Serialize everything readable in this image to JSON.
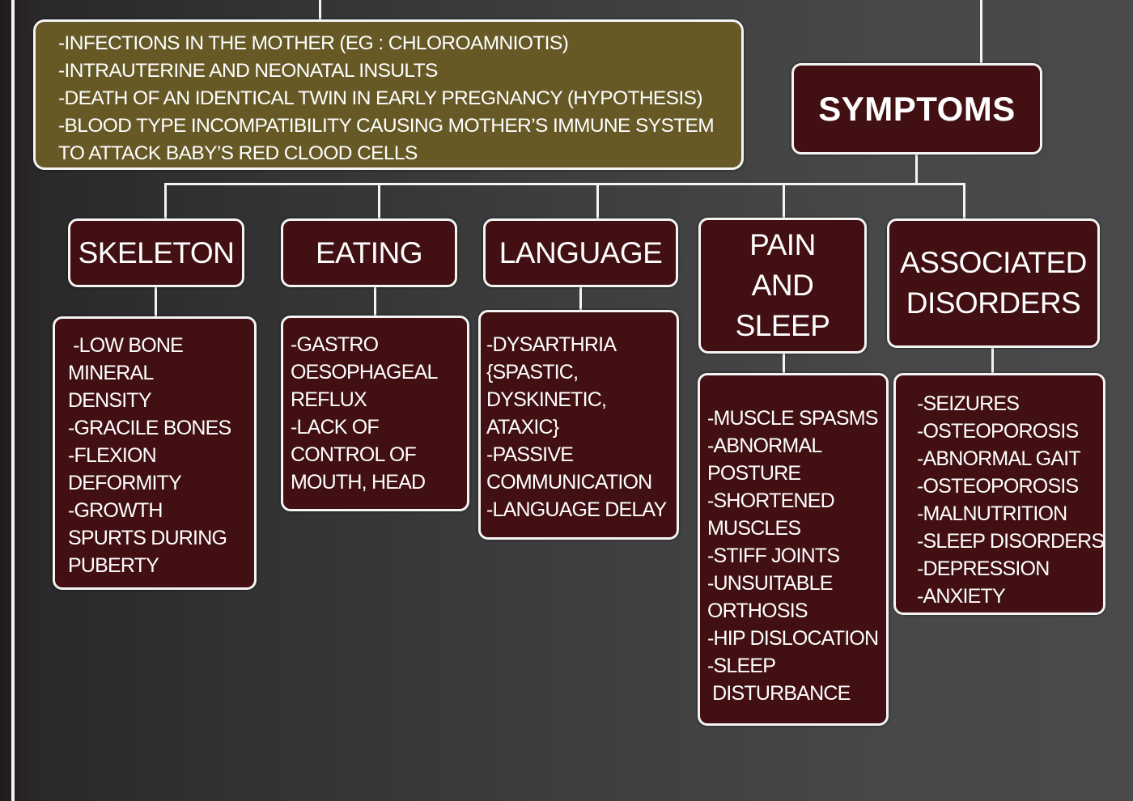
{
  "colors": {
    "causes_box": "#665926",
    "category_box": "#421012",
    "border": "#f4f4f4",
    "text": "#ffffff"
  },
  "causes": {
    "lines": [
      "-INFECTIONS IN THE MOTHER (EG : CHLOROAMNIOTIS)",
      "-INTRAUTERINE AND NEONATAL INSULTS",
      "-DEATH OF AN IDENTICAL TWIN IN EARLY PREGNANCY (HYPOTHESIS)",
      "-BLOOD TYPE INCOMPATIBILITY CAUSING MOTHER’S IMMUNE SYSTEM",
      "TO ATTACK BABY’S RED CLOOD CELLS"
    ]
  },
  "symptoms": {
    "title": "SYMPTOMS"
  },
  "categories": [
    {
      "title_lines": [
        "SKELETON"
      ],
      "items": [
        " -LOW BONE",
        "MINERAL",
        "DENSITY",
        "-GRACILE BONES",
        "-FLEXION",
        "DEFORMITY",
        "-GROWTH",
        "SPURTS DURING",
        "PUBERTY"
      ]
    },
    {
      "title_lines": [
        "EATING"
      ],
      "items": [
        "-GASTRO",
        "OESOPHAGEAL",
        "REFLUX",
        "-LACK OF",
        "CONTROL OF",
        "MOUTH, HEAD"
      ]
    },
    {
      "title_lines": [
        "LANGUAGE"
      ],
      "items": [
        "-DYSARTHRIA",
        "{SPASTIC,",
        "DYSKINETIC,",
        "ATAXIC}",
        "-PASSIVE",
        "COMMUNICATION",
        "-LANGUAGE DELAY"
      ]
    },
    {
      "title_lines": [
        "PAIN",
        "AND",
        "SLEEP"
      ],
      "items": [
        "-MUSCLE SPASMS",
        "-ABNORMAL",
        "POSTURE",
        "-SHORTENED",
        "MUSCLES",
        "-STIFF JOINTS",
        "-UNSUITABLE",
        "ORTHOSIS",
        "-HIP DISLOCATION",
        "-SLEEP",
        " DISTURBANCE"
      ]
    },
    {
      "title_lines": [
        "ASSOCIATED",
        "DISORDERS"
      ],
      "items": [
        "-SEIZURES",
        "-OSTEOPOROSIS",
        "-ABNORMAL GAIT",
        "-OSTEOPOROSIS",
        "-MALNUTRITION",
        "-SLEEP DISORDERS",
        "-DEPRESSION",
        "-ANXIETY"
      ]
    }
  ]
}
